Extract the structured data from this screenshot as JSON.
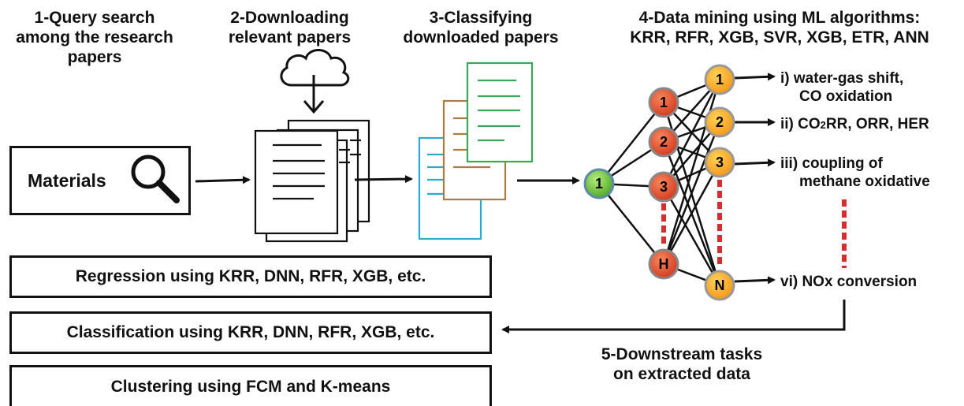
{
  "steps": {
    "query": "1-Query search\namong the research\npapers",
    "download": "2-Downloading\nrelevant papers",
    "classify": "3-Classifying\ndownloaded papers",
    "mining_line1": "4-Data mining using ML algorithms:",
    "mining_line2": "KRR, RFR, XGB, SVR, XGB, ETR, ANN",
    "downstream": "5-Downstream tasks\non extracted data"
  },
  "search_box": {
    "label": "Materials"
  },
  "tasks": [
    "Regression using KRR, DNN, RFR, XGB, etc.",
    "Classification using KRR, DNN, RFR, XGB, etc.",
    "Clustering using FCM and K-means"
  ],
  "network": {
    "input_node": "1",
    "hidden_nodes": [
      "1",
      "2",
      "3",
      "H"
    ],
    "output_nodes": [
      "1",
      "2",
      "3",
      "N"
    ]
  },
  "outputs": {
    "o1_line1": "i) water-gas shift,",
    "o1_line2": "CO oxidation",
    "o2_prefix": "ii) CO",
    "o2_sub": "2",
    "o2_suffix": "RR, ORR, HER",
    "o3_line1": "iii) coupling of",
    "o3_line2": "methane oxidative",
    "o4": "vi) NOx conversion"
  },
  "colors": {
    "input_node": "#6abf3a",
    "hidden_node": "#e04a2a",
    "output_node": "#f7a823",
    "dash": "#d42e2e",
    "doc_green": "#3aa65a",
    "doc_brown": "#b07a45",
    "doc_cyan": "#2ba9d0"
  }
}
